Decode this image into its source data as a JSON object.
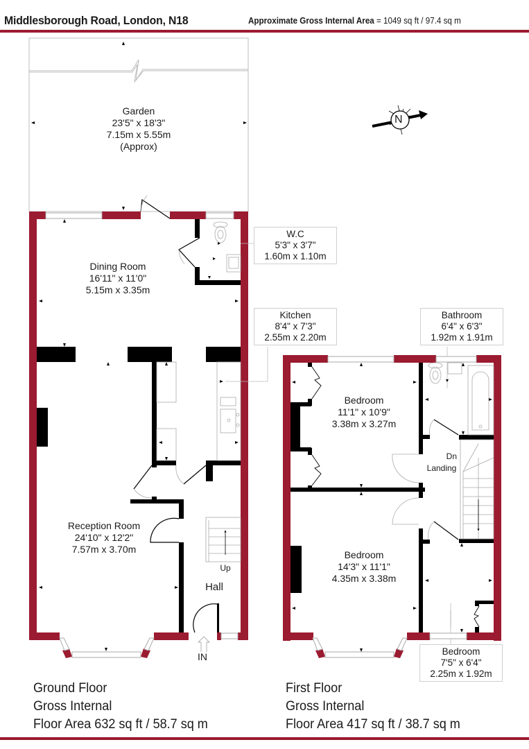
{
  "header": {
    "title": "Middlesborough Road, London, N18",
    "gia_label": "Approximate Gross Internal Area",
    "gia_value": "= 1049 sq ft / 97.4 sq m"
  },
  "colors": {
    "wall_external": "#9b1b30",
    "wall_internal": "#000000",
    "fixture_line": "#b0b0b0",
    "text": "#1a1a1a"
  },
  "compass": {
    "label": "N",
    "icon": "north-arrow-icon"
  },
  "ground_floor": {
    "rooms": [
      {
        "name": "Garden",
        "imperial": "23'5\" x 18'3\"",
        "metric": "7.15m x 5.55m",
        "note": "(Approx)"
      },
      {
        "name": "W.C",
        "imperial": "5'3\" x 3'7\"",
        "metric": "1.60m x 1.10m"
      },
      {
        "name": "Dining Room",
        "imperial": "16'11\" x 11'0\"",
        "metric": "5.15m x 3.35m"
      },
      {
        "name": "Kitchen",
        "imperial": "8'4\" x 7'3\"",
        "metric": "2.55m x 2.20m"
      },
      {
        "name": "Reception Room",
        "imperial": "24'10\" x 12'2\"",
        "metric": "7.57m x 3.70m"
      },
      {
        "name": "Hall"
      }
    ],
    "stairs_label": "Up",
    "entrance_label": "IN",
    "info": {
      "line1": "Ground Floor",
      "line2": "Gross Internal",
      "line3": "Floor Area 632 sq ft / 58.7 sq m"
    }
  },
  "first_floor": {
    "rooms": [
      {
        "name": "Bathroom",
        "imperial": "6'4\" x 6'3\"",
        "metric": "1.92m x 1.91m"
      },
      {
        "name": "Bedroom",
        "imperial": "11'1\" x 10'9\"",
        "metric": "3.38m x 3.27m"
      },
      {
        "name": "Landing"
      },
      {
        "name": "Bedroom",
        "imperial": "14'3\" x 11'1\"",
        "metric": "4.35m x 3.38m"
      },
      {
        "name": "Bedroom",
        "imperial": "7'5\" x 6'4\"",
        "metric": "2.25m x 1.92m"
      }
    ],
    "stairs_label": "Dn",
    "info": {
      "line1": "First Floor",
      "line2": "Gross Internal",
      "line3": "Floor Area 417 sq ft / 38.7 sq m"
    }
  }
}
